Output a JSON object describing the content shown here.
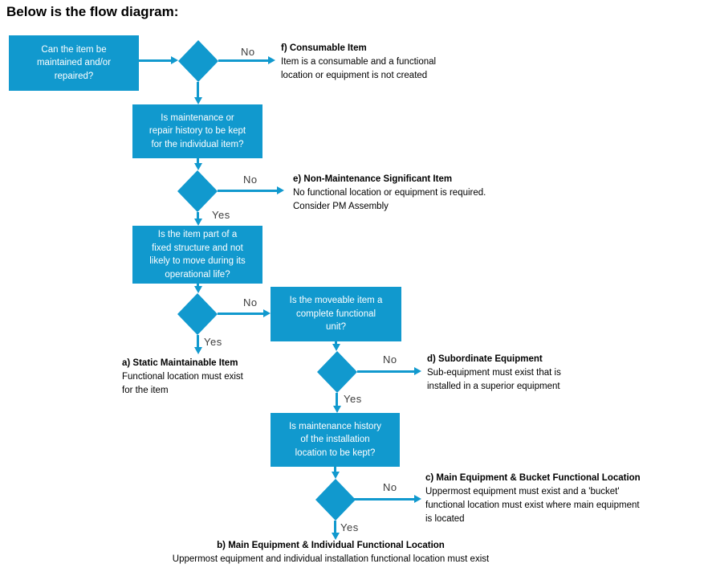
{
  "page_title": "Below is the flow diagram:",
  "colors": {
    "shape_blue": "#1199CE",
    "label_text": "#3d3d3d",
    "note_text": "#000000",
    "box_text": "#ffffff",
    "background": "#ffffff"
  },
  "labels": {
    "no": "No",
    "yes": "Yes"
  },
  "questions": [
    {
      "id": "q1",
      "lines": [
        "Can the item be",
        "maintained and/or",
        "repaired?"
      ]
    },
    {
      "id": "q2",
      "lines": [
        "Is maintenance or",
        "repair history to be kept",
        "for the individual item?"
      ]
    },
    {
      "id": "q3",
      "lines": [
        "Is the item part of a",
        "fixed structure and not",
        "likely to move during its",
        "operational life?"
      ]
    },
    {
      "id": "q4",
      "lines": [
        "Is the moveable item a",
        "complete functional",
        "unit?"
      ]
    },
    {
      "id": "q5",
      "lines": [
        "Is maintenance history",
        "of the installation",
        "location to be kept?"
      ]
    }
  ],
  "outcomes": [
    {
      "key": "f",
      "title": "f) Consumable Item",
      "lines": [
        "Item is a consumable and a functional",
        "location or equipment is not created"
      ]
    },
    {
      "key": "e",
      "title": "e) Non-Maintenance Significant Item",
      "lines": [
        "No functional location or equipment is required.",
        "Consider PM Assembly"
      ]
    },
    {
      "key": "a",
      "title": "a) Static Maintainable Item",
      "lines": [
        "Functional location must exist",
        "for the item"
      ]
    },
    {
      "key": "d",
      "title": "d) Subordinate Equipment",
      "lines": [
        "Sub-equipment must exist that is",
        "installed in a superior equipment"
      ]
    },
    {
      "key": "c",
      "title": "c) Main Equipment & Bucket Functional Location",
      "lines": [
        "Uppermost equipment must exist and a 'bucket'",
        "functional location must exist where main equipment",
        "is located"
      ]
    },
    {
      "key": "b",
      "title": "b) Main Equipment & Individual Functional Location",
      "lines": [
        "Uppermost equipment and individual installation functional location must exist"
      ]
    }
  ]
}
